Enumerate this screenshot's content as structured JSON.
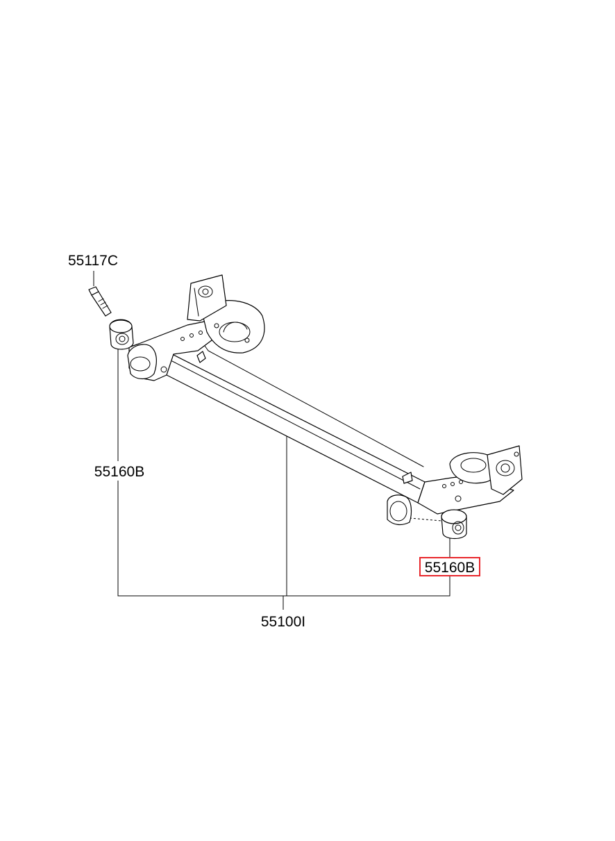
{
  "parts": {
    "bolt": {
      "number": "55117C"
    },
    "bushing_left": {
      "number": "55160B"
    },
    "bushing_right": {
      "number": "55160B",
      "highlighted": true
    },
    "axle_assembly": {
      "number": "55100I"
    }
  },
  "colors": {
    "line": "#000000",
    "highlight": "#e8262b",
    "background": "#ffffff"
  }
}
